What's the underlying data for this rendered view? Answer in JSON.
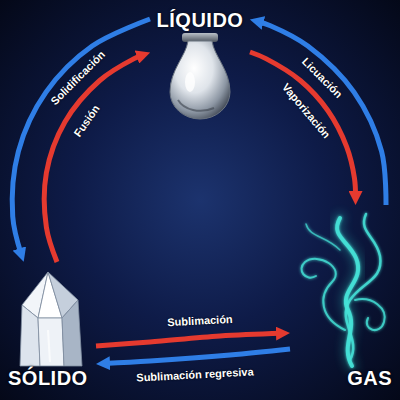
{
  "diagram": {
    "nodes": [
      {
        "text": [
          "LÍQUIDO"
        ]
      },
      {
        "text": [
          "SÓLIDO"
        ]
      },
      {
        "text": [
          "GAS"
        ]
      }
    ],
    "edges": [
      {
        "from": 0,
        "to": 1,
        "arrow": "to",
        "label": "Solidificación"
      },
      {
        "from": 1,
        "to": 0,
        "arrow": "to",
        "label": "Fusión"
      },
      {
        "from": 2,
        "to": 0,
        "arrow": "to",
        "label": "Licuación"
      },
      {
        "from": 0,
        "to": 2,
        "arrow": "to",
        "label": "Vaporización"
      },
      {
        "from": 1,
        "to": 2,
        "arrow": "to",
        "label": "Sublimación"
      },
      {
        "from": 2,
        "to": 1,
        "arrow": "to",
        "label": "Sublimación regresiva"
      }
    ]
  }
}
